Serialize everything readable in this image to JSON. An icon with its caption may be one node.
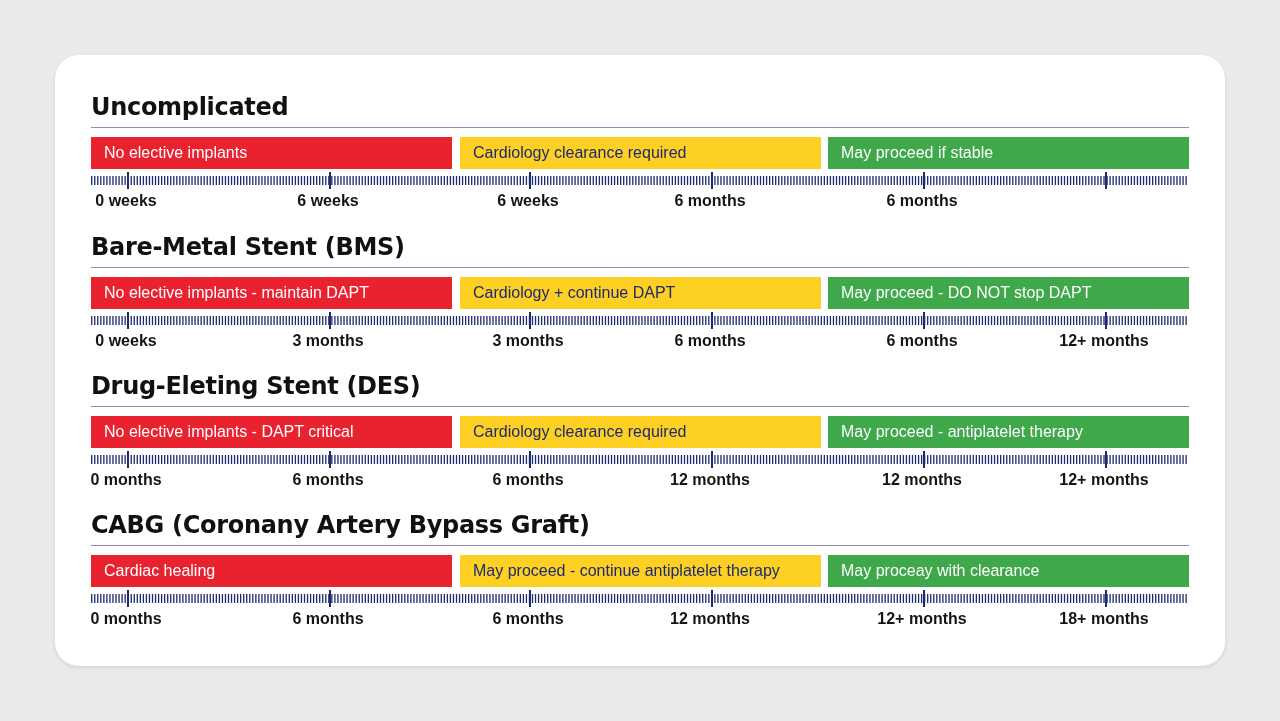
{
  "diagram": {
    "nodes": [
      {
        "text": [
          "No elective implants"
        ]
      },
      {
        "text": [
          "Cardiology clearance required"
        ]
      },
      {
        "text": [
          "May proceed if stable"
        ]
      },
      {
        "text": [
          "No elective implants - maintain DAPT"
        ]
      },
      {
        "text": [
          "Cardiology + continue DAPT"
        ]
      },
      {
        "text": [
          "May proceed - DO NOT stop DAPT"
        ]
      },
      {
        "text": [
          "No elective implants - DAPT critical"
        ]
      },
      {
        "text": [
          "Cardiology clearance required"
        ]
      },
      {
        "text": [
          "May proceed - antiplatelet therapy"
        ]
      },
      {
        "text": [
          "Cardiac healing"
        ]
      },
      {
        "text": [
          "May proceed - continue antiplatelet therapy"
        ]
      },
      {
        "text": [
          "May proceay with clearance"
        ]
      }
    ],
    "labels": [
      "Uncomplicated",
      "0 weeks",
      "6 weeks",
      "6 weeks",
      "6 months",
      "6 months",
      "Bare-Metal Stent (BMS)",
      "0 weeks",
      "3 months",
      "3 months",
      "6 months",
      "6 months",
      "12+ months",
      "Drug-Eleting Stent (DES)",
      "0 months",
      "6 months",
      "6 months",
      "12 months",
      "12 months",
      "12+ months",
      "CABG (Coronany Artery Bypass Graft)",
      "0 months",
      "6 months",
      "6 months",
      "12 months",
      "12+ months",
      "18+ months"
    ]
  }
}
